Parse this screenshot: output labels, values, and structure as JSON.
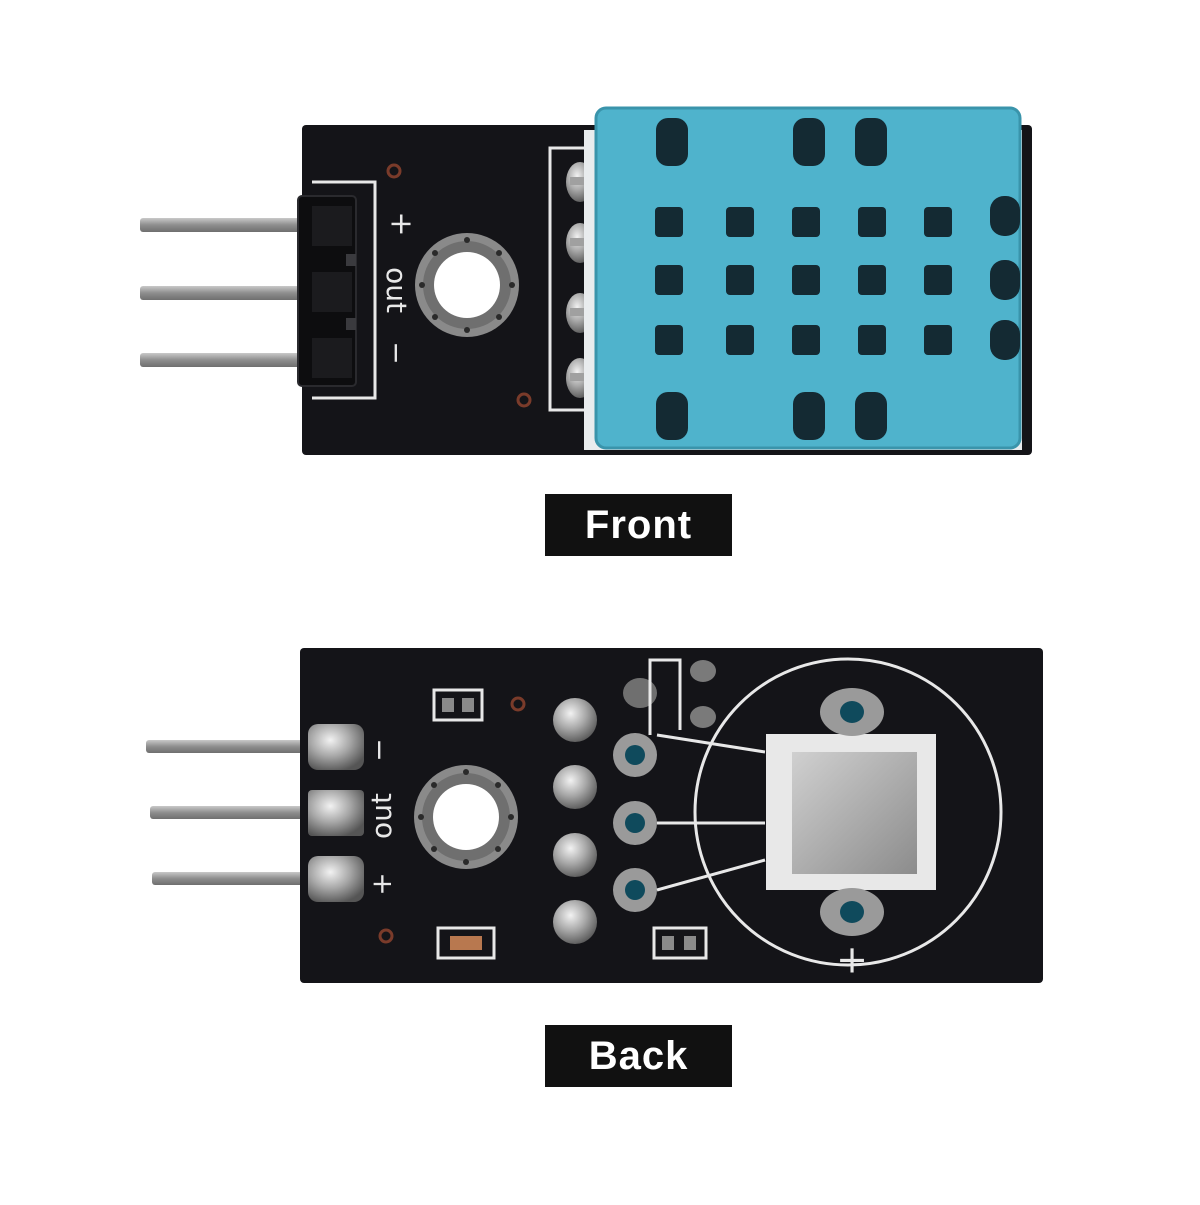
{
  "views": {
    "front": {
      "caption": "Front",
      "silkscreen": {
        "plus": "+",
        "out": "out",
        "minus": "−"
      }
    },
    "back": {
      "caption": "Back",
      "silkscreen": {
        "minus": "−",
        "out": "out",
        "plus": "+",
        "sensor_plus": "+"
      }
    }
  },
  "colors": {
    "pcb": "#141418",
    "sensor_housing": "#4fb3cc",
    "pin_metal": "#9a9a9a",
    "silkscreen": "#e8e8e8",
    "caption_bg": "#111111",
    "caption_text": "#ffffff"
  }
}
